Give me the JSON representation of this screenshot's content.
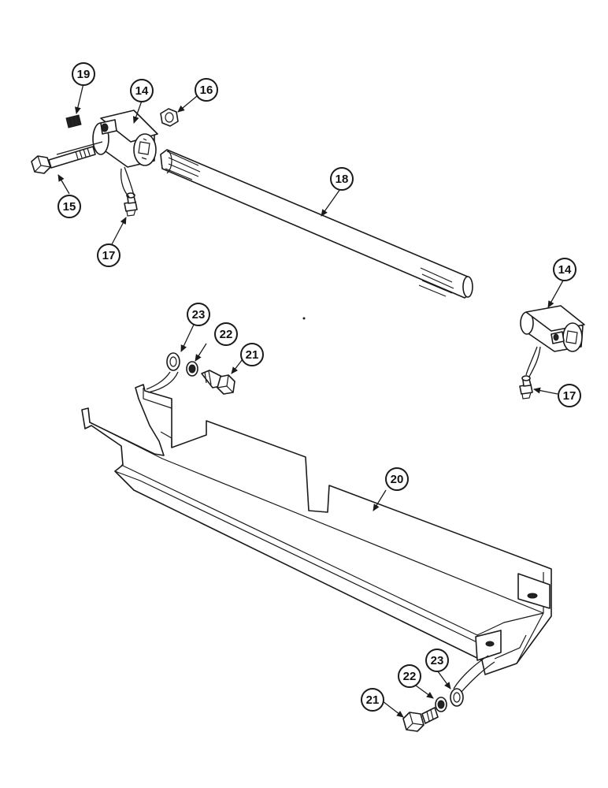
{
  "callouts": [
    {
      "label": "19"
    },
    {
      "label": "14"
    },
    {
      "label": "16"
    },
    {
      "label": "15"
    },
    {
      "label": "18"
    },
    {
      "label": "17"
    },
    {
      "label": "14"
    },
    {
      "label": "17"
    },
    {
      "label": "23"
    },
    {
      "label": "22"
    },
    {
      "label": "21"
    },
    {
      "label": "20"
    },
    {
      "label": "23"
    },
    {
      "label": "22"
    },
    {
      "label": "21"
    }
  ]
}
